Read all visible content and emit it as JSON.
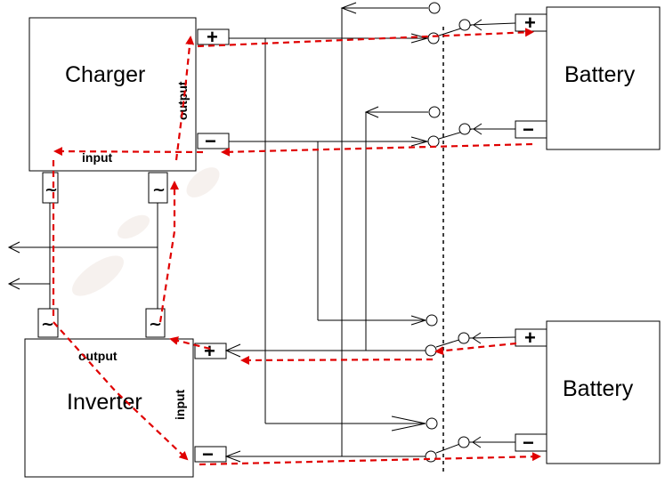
{
  "components": {
    "charger": {
      "label": "Charger",
      "input_label": "input",
      "output_label": "output"
    },
    "inverter": {
      "label": "Inverter",
      "input_label": "input",
      "output_label": "output"
    },
    "battery_top": {
      "label": "Battery"
    },
    "battery_bottom": {
      "label": "Battery"
    }
  },
  "terminals": {
    "positive": "+",
    "negative": "−",
    "ac": "~"
  },
  "colors": {
    "wire": "#000000",
    "current_flow": "#e00000",
    "background": "#ffffff"
  }
}
